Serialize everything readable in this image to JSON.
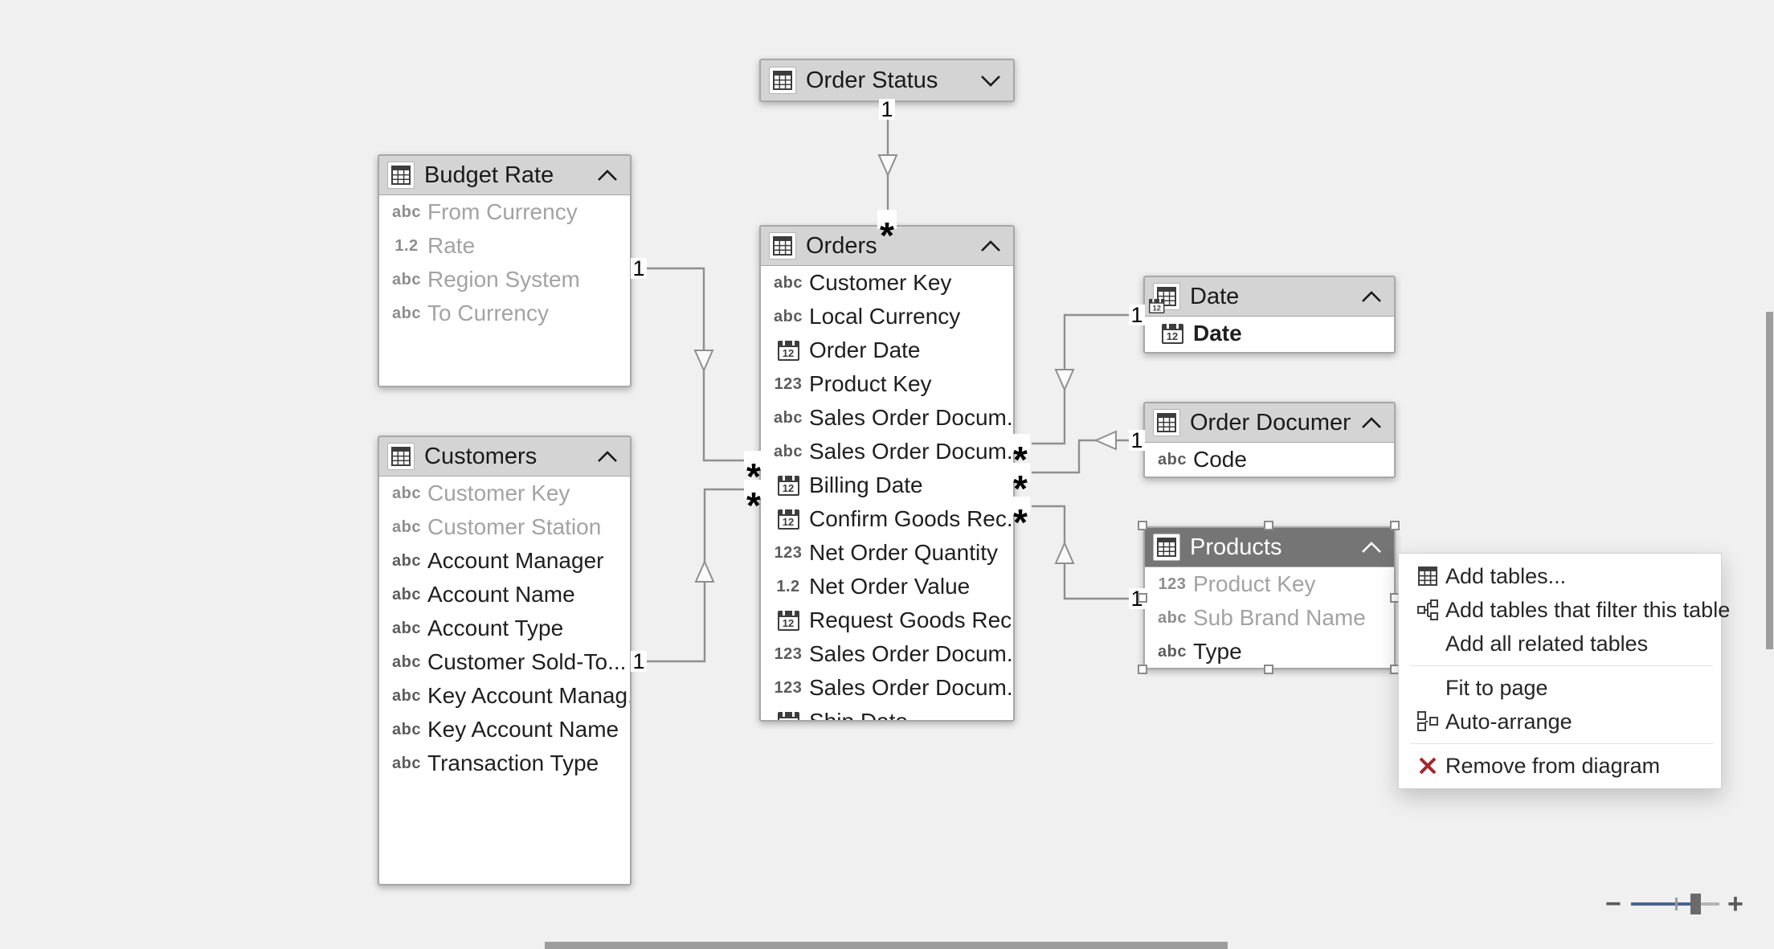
{
  "colors": {
    "background": "#f0f0f0",
    "header": "#d4d4d4",
    "selected_header": "#757575",
    "wire": "#8f8f8f",
    "remove_red": "#a4262c",
    "slider_blue": "#4a648f"
  },
  "icons": {
    "calendar_text": "12"
  },
  "tables": [
    {
      "title": "Order Status",
      "collapsed": true,
      "fields": []
    },
    {
      "title": "Budget Rate",
      "fields": [
        {
          "type": "abc",
          "name": "From Currency",
          "dim": true
        },
        {
          "type": "1.2",
          "name": "Rate",
          "dim": true
        },
        {
          "type": "abc",
          "name": "Region System",
          "dim": true
        },
        {
          "type": "abc",
          "name": "To Currency",
          "dim": true
        }
      ]
    },
    {
      "title": "Customers",
      "fields": [
        {
          "type": "abc",
          "name": "Customer Key",
          "dim": true
        },
        {
          "type": "abc",
          "name": "Customer Station",
          "dim": true
        },
        {
          "type": "abc",
          "name": "Account Manager"
        },
        {
          "type": "abc",
          "name": "Account Name"
        },
        {
          "type": "abc",
          "name": "Account Type"
        },
        {
          "type": "abc",
          "name": "Customer Sold-To..."
        },
        {
          "type": "abc",
          "name": "Key Account Manag..."
        },
        {
          "type": "abc",
          "name": "Key Account Name"
        },
        {
          "type": "abc",
          "name": "Transaction Type"
        }
      ]
    },
    {
      "title": "Orders",
      "fields": [
        {
          "type": "abc",
          "name": "Customer Key"
        },
        {
          "type": "abc",
          "name": "Local Currency"
        },
        {
          "type": "cal",
          "name": "Order Date"
        },
        {
          "type": "123",
          "name": "Product Key"
        },
        {
          "type": "abc",
          "name": "Sales Order Docum..."
        },
        {
          "type": "abc",
          "name": "Sales Order Docum..."
        },
        {
          "type": "cal",
          "name": "Billing Date"
        },
        {
          "type": "cal",
          "name": "Confirm Goods Rec..."
        },
        {
          "type": "123",
          "name": "Net Order Quantity"
        },
        {
          "type": "1.2",
          "name": "Net Order Value"
        },
        {
          "type": "cal",
          "name": "Request Goods Rec..."
        },
        {
          "type": "123",
          "name": "Sales Order Docum..."
        },
        {
          "type": "123",
          "name": "Sales Order Docum..."
        },
        {
          "type": "cal",
          "name": "Ship Date"
        }
      ]
    },
    {
      "title": "Date",
      "date_table": true,
      "fields": [
        {
          "type": "cal",
          "name": "Date",
          "bold": true
        }
      ]
    },
    {
      "title": "Order Documen...",
      "fields": [
        {
          "type": "abc",
          "name": "Code"
        }
      ]
    },
    {
      "title": "Products",
      "selected": true,
      "fields": [
        {
          "type": "123",
          "name": "Product Key",
          "dim": true
        },
        {
          "type": "abc",
          "name": "Sub Brand Name",
          "dim": true
        },
        {
          "type": "abc",
          "name": "Type"
        }
      ]
    }
  ],
  "relationships": [
    {
      "name": "order-status-to-orders",
      "one": "1",
      "many": "*"
    },
    {
      "name": "budget-rate-to-orders",
      "one": "1",
      "many": "*"
    },
    {
      "name": "customers-to-orders",
      "one": "1",
      "many": "*"
    },
    {
      "name": "date-to-orders",
      "one": "1",
      "many": "*"
    },
    {
      "name": "order-document-to-orders",
      "one": "1",
      "many": "*"
    },
    {
      "name": "products-to-orders",
      "one": "1",
      "many": "*"
    }
  ],
  "context_menu": {
    "items": [
      {
        "label": "Add tables..."
      },
      {
        "label": "Add tables that filter this table"
      },
      {
        "label": "Add all related tables"
      },
      {
        "label": "Fit to page"
      },
      {
        "label": "Auto-arrange"
      },
      {
        "label": "Remove from diagram"
      }
    ]
  },
  "zoom_control": {
    "minus": "−",
    "plus": "+"
  }
}
